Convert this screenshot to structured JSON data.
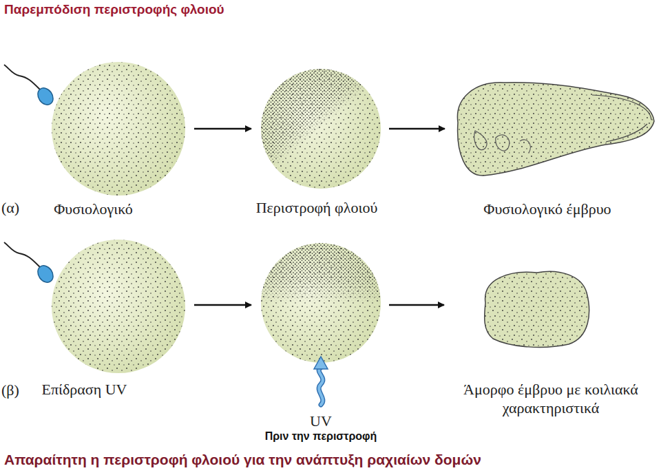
{
  "diagram": {
    "title": "Παρεμπόδιση περιστροφής φλοιού",
    "caption": "Απαραίτητη η περιστροφή φλοιού για την ανάπτυξη ραχιαίων δομών",
    "nodes": [
      {
        "text": [
          "Φυσιολογικό"
        ]
      },
      {
        "text": [
          "Περιστροφή φλοιού"
        ]
      },
      {
        "text": [
          "Φυσιολογικό έμβρυο"
        ]
      },
      {
        "text": [
          "Επίδραση UV"
        ]
      },
      {
        "text": [
          "UV",
          "Πριν την περιστροφή"
        ]
      },
      {
        "text": [
          "Άμορφο έμβρυο με κοιλιακά χαρακτηριστικά"
        ]
      }
    ],
    "edges": [
      {
        "from": 0,
        "to": 1,
        "arrow": "to"
      },
      {
        "from": 1,
        "to": 2,
        "arrow": "to"
      },
      {
        "from": 3,
        "to": 4,
        "arrow": "to"
      },
      {
        "from": 4,
        "to": 5,
        "arrow": "to"
      }
    ],
    "labels": [
      "(α)",
      "(β)"
    ]
  }
}
